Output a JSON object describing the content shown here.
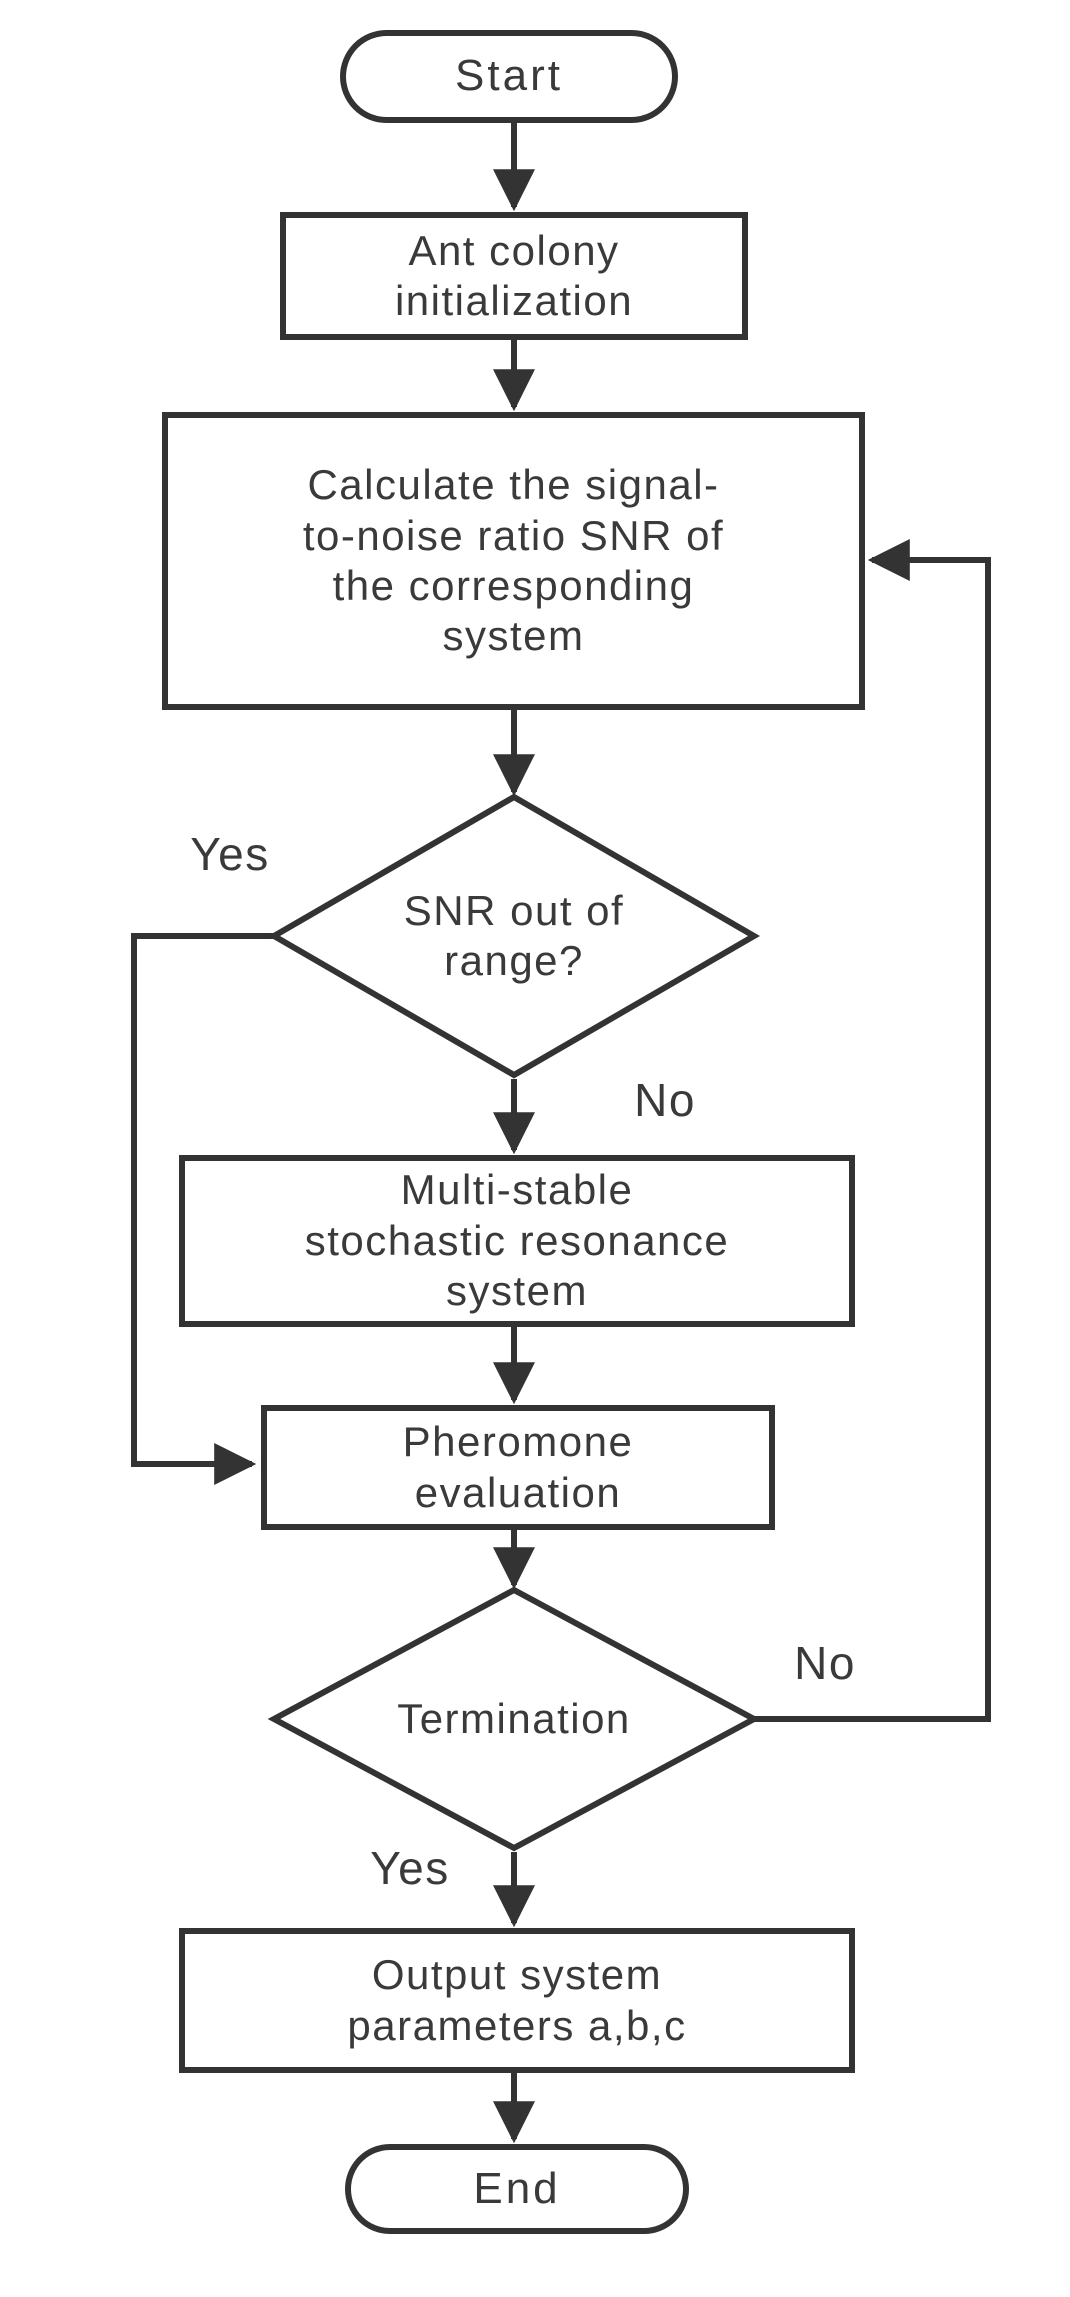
{
  "diagram": {
    "type": "flowchart",
    "colors": {
      "stroke": "#333333",
      "text": "#3a3a3a",
      "background": "#ffffff",
      "node_fill": "#ffffff"
    },
    "nodes": {
      "start": {
        "label": "Start",
        "shape": "terminator"
      },
      "ant_colony_init": {
        "label": "Ant colony\ninitialization",
        "shape": "process"
      },
      "calc_snr": {
        "label": "Calculate the signal-\nto-noise ratio SNR of\nthe corresponding\nsystem",
        "shape": "process"
      },
      "snr_decision": {
        "label": "SNR out of\nrange?",
        "shape": "decision"
      },
      "multi_stable": {
        "label": "Multi-stable\nstochastic resonance\nsystem",
        "shape": "process"
      },
      "pheromone_eval": {
        "label": "Pheromone\nevaluation",
        "shape": "process"
      },
      "termination": {
        "label": "Termination",
        "shape": "decision"
      },
      "output_params": {
        "label": "Output system\nparameters a,b,c",
        "shape": "process"
      },
      "end": {
        "label": "End",
        "shape": "terminator"
      }
    },
    "edges": [
      {
        "from": "start",
        "to": "ant_colony_init",
        "label": ""
      },
      {
        "from": "ant_colony_init",
        "to": "calc_snr",
        "label": ""
      },
      {
        "from": "calc_snr",
        "to": "snr_decision",
        "label": ""
      },
      {
        "from": "snr_decision",
        "to": "pheromone_eval",
        "label": "Yes"
      },
      {
        "from": "snr_decision",
        "to": "multi_stable",
        "label": "No"
      },
      {
        "from": "multi_stable",
        "to": "pheromone_eval",
        "label": ""
      },
      {
        "from": "pheromone_eval",
        "to": "termination",
        "label": ""
      },
      {
        "from": "termination",
        "to": "calc_snr",
        "label": "No"
      },
      {
        "from": "termination",
        "to": "output_params",
        "label": "Yes"
      },
      {
        "from": "output_params",
        "to": "end",
        "label": ""
      }
    ]
  }
}
